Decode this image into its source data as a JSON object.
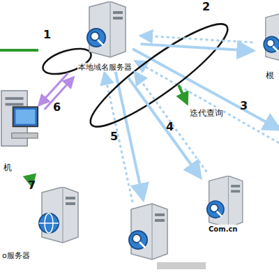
{
  "diagram": {
    "nodes": [
      {
        "text": [
          "本地域名服务器"
        ]
      },
      {
        "text": [
          "根"
        ]
      },
      {
        "text": [
          "机"
        ]
      },
      {
        "text": [
          "o服务器"
        ]
      },
      {
        "text": [
          "Com.cn"
        ]
      }
    ],
    "edges": [
      {
        "from": 2,
        "to": 0,
        "arrow": "to"
      },
      {
        "from": 0,
        "to": 2,
        "arrow": "to"
      },
      {
        "from": 0,
        "to": 1,
        "arrow": "to"
      },
      {
        "from": 1,
        "to": 0,
        "arrow": "to"
      },
      {
        "from": 0,
        "to": 4,
        "arrow": "to"
      },
      {
        "from": 4,
        "to": 0,
        "arrow": "to"
      },
      {
        "from": 2,
        "to": 3,
        "arrow": "to"
      }
    ],
    "labels": [
      "1",
      "2",
      "3",
      "4",
      "5",
      "6",
      "7",
      "迭代查询"
    ]
  }
}
